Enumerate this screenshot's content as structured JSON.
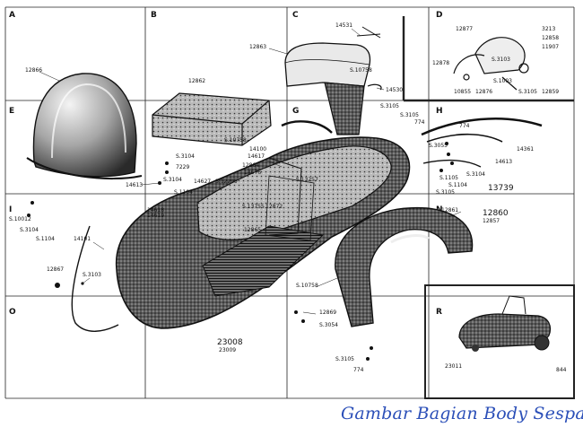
{
  "caption": "Gambar Bagian Body Sespan",
  "zones": [
    "A",
    "B",
    "C",
    "D",
    "E",
    "G",
    "H",
    "I",
    "M",
    "N",
    "O",
    "R"
  ],
  "parts": {
    "p12866": "12866",
    "p12862": "12862",
    "p12863": "12863",
    "p14531": "14531",
    "pS10758a": "S.10758",
    "p14530": "14530",
    "p12877": "12877",
    "p3213": "3213",
    "p12858": "12858",
    "p11907": "11907",
    "pS3103a": "S.3103",
    "p12878": "12878",
    "pS1003": "S.1003",
    "p10855": "10855",
    "p12876": "12876",
    "pS3105a": "S.3105",
    "p12859": "12859",
    "pS3105b": "S.3105",
    "pS3105c": "S.3105",
    "p774a": "774",
    "pS10758b": "S.10758",
    "p14100": "14100",
    "p14617": "14617",
    "p12864": "12864",
    "p14676": "14676",
    "p774b": "774",
    "pS3055": "S.3055",
    "p14361": "14361",
    "p14613a": "14613",
    "pS1105": "S.1105",
    "pS3104a": "S.3104",
    "pS1104a": "S.1104",
    "pS3105d": "S.3105",
    "p13739": "13739",
    "pS3104b": "S.3104",
    "p7229": "7229",
    "p14613b": "14613",
    "pS3104c": "S.3104",
    "pS1104b": "S.1104",
    "p14627": "14627",
    "pS12295": "S.12295",
    "pS13257": "S.13257",
    "p14618": "14618",
    "p14619": "14619",
    "pS13755": "S.13755",
    "p12872": "12872",
    "p12861": "12861",
    "p12860": "12860",
    "p12857": "12857",
    "pS10012": "S.10012",
    "pS3104d": "S.3104",
    "pS1104c": "S.1104",
    "p14101": "14101",
    "p12865": "12865",
    "p12867": "12867",
    "pS3103b": "S.3103",
    "pS10758c": "S.10758",
    "p12869": "12869",
    "pS3054": "S.3054",
    "p23008": "23008",
    "p23009": "23009",
    "pS3105e": "S.3105",
    "p774c": "774",
    "p23011": "23011",
    "p844": "844"
  }
}
